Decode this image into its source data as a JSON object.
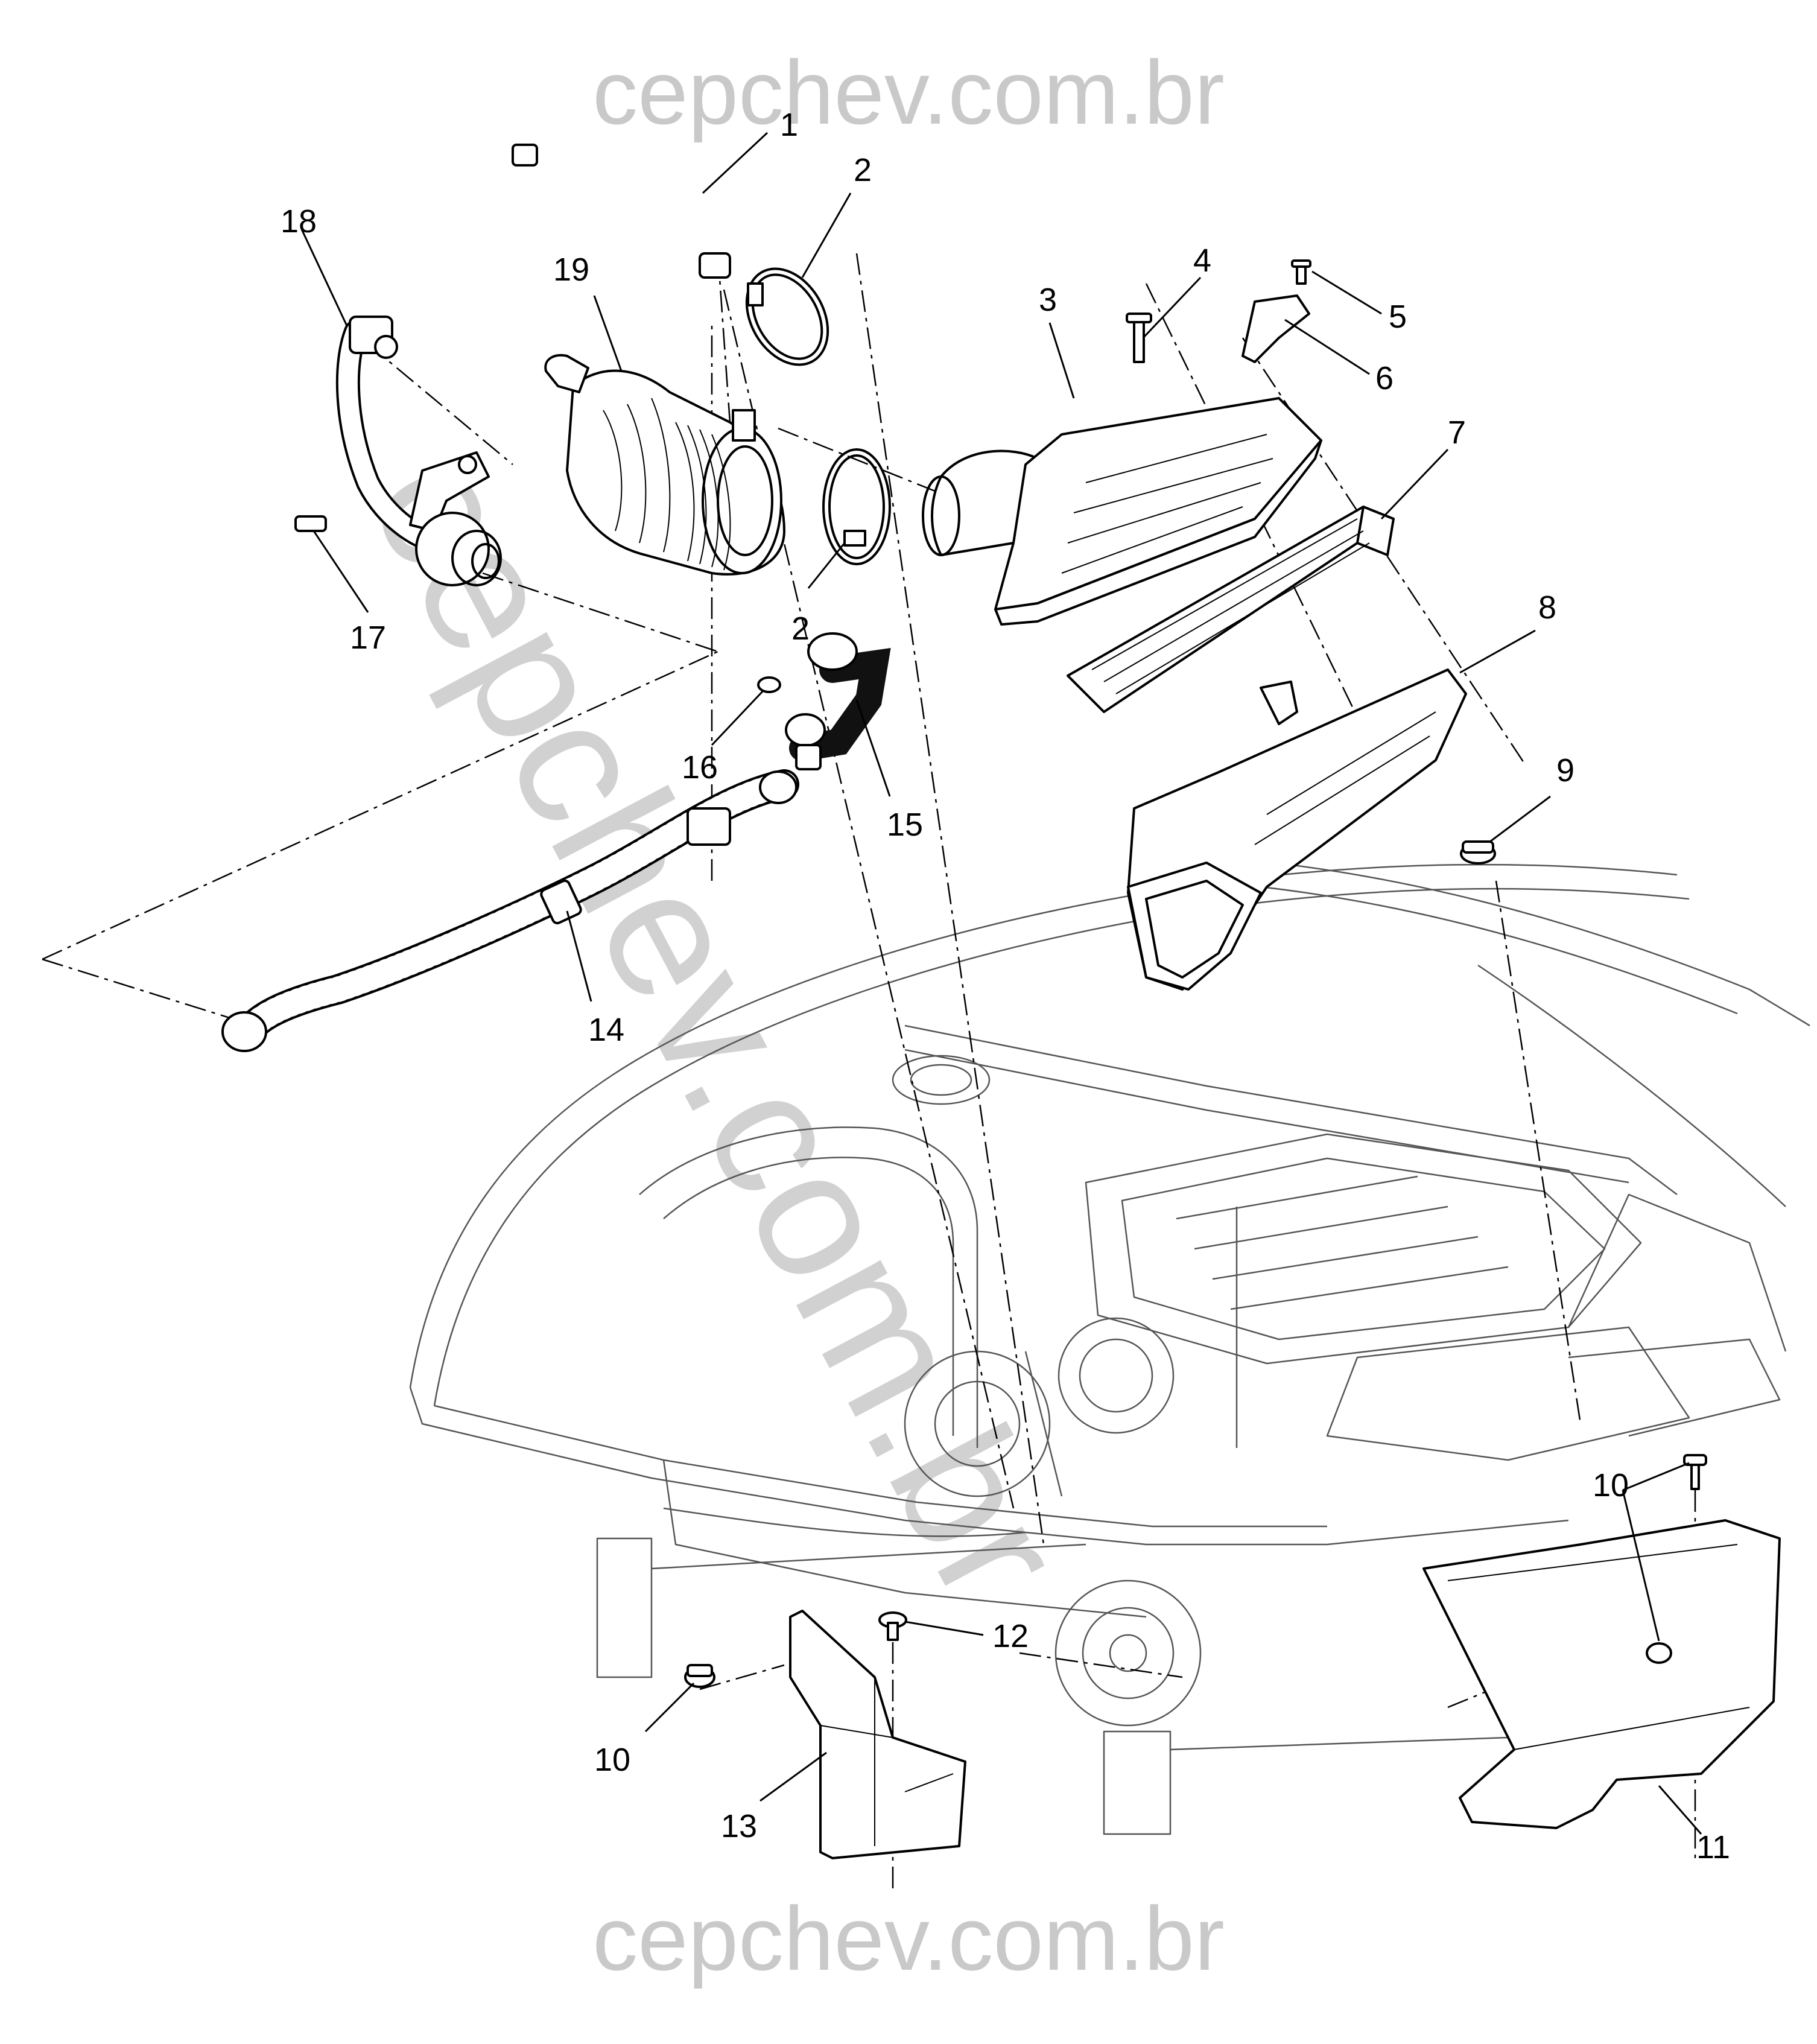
{
  "watermark": {
    "top": "cepchev.com.br",
    "diagonal": "cepchev.com.br",
    "bottom": "cepchev.com.br"
  },
  "callouts": [
    "1",
    "2",
    "2",
    "3",
    "4",
    "5",
    "6",
    "7",
    "8",
    "9",
    "10",
    "10",
    "11",
    "12",
    "13",
    "14",
    "15",
    "16",
    "17",
    "18",
    "19"
  ]
}
